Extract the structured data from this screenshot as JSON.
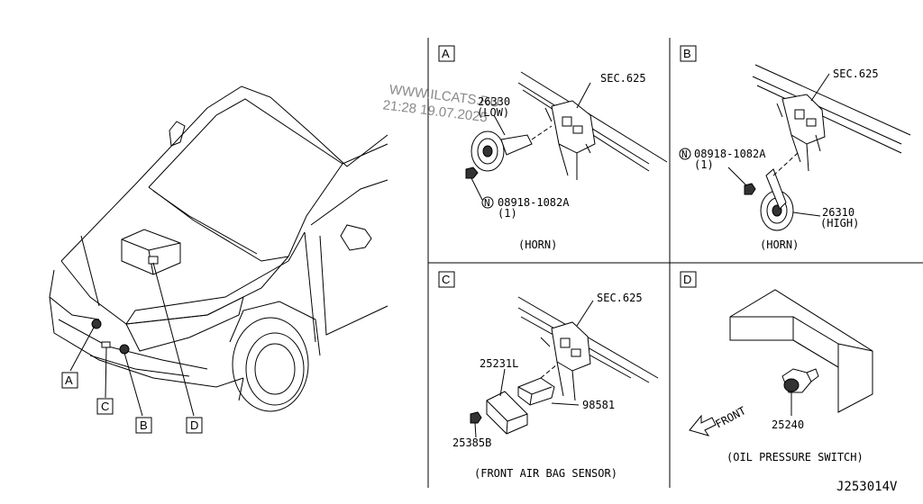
{
  "watermark": {
    "site": "WWW.ILCATS.RU",
    "timestamp": "21:28 19.07.2025"
  },
  "car_view": {
    "callouts": [
      "A",
      "C",
      "B",
      "D"
    ]
  },
  "panel_a": {
    "letter": "A",
    "sec_ref": "SEC.625",
    "part_number": "26330",
    "part_note": "(LOW)",
    "nut_ref": "08918-1082A",
    "nut_qty": "(1)",
    "nut_symbol": "N",
    "caption": "(HORN)"
  },
  "panel_b": {
    "letter": "B",
    "sec_ref": "SEC.625",
    "nut_ref": "08918-1082A",
    "nut_qty": "(1)",
    "nut_symbol": "N",
    "part_number": "26310",
    "part_note": "(HIGH)",
    "caption": "(HORN)"
  },
  "panel_c": {
    "letter": "C",
    "sec_ref": "SEC.625",
    "part_bracket": "25231L",
    "part_sensor": "98581",
    "part_nut": "25385B",
    "caption": "(FRONT AIR BAG SENSOR)"
  },
  "panel_d": {
    "letter": "D",
    "direction_label": "FRONT",
    "part_number": "25240",
    "caption": "(OIL PRESSURE SWITCH)"
  },
  "diagram_code": "J253014V"
}
